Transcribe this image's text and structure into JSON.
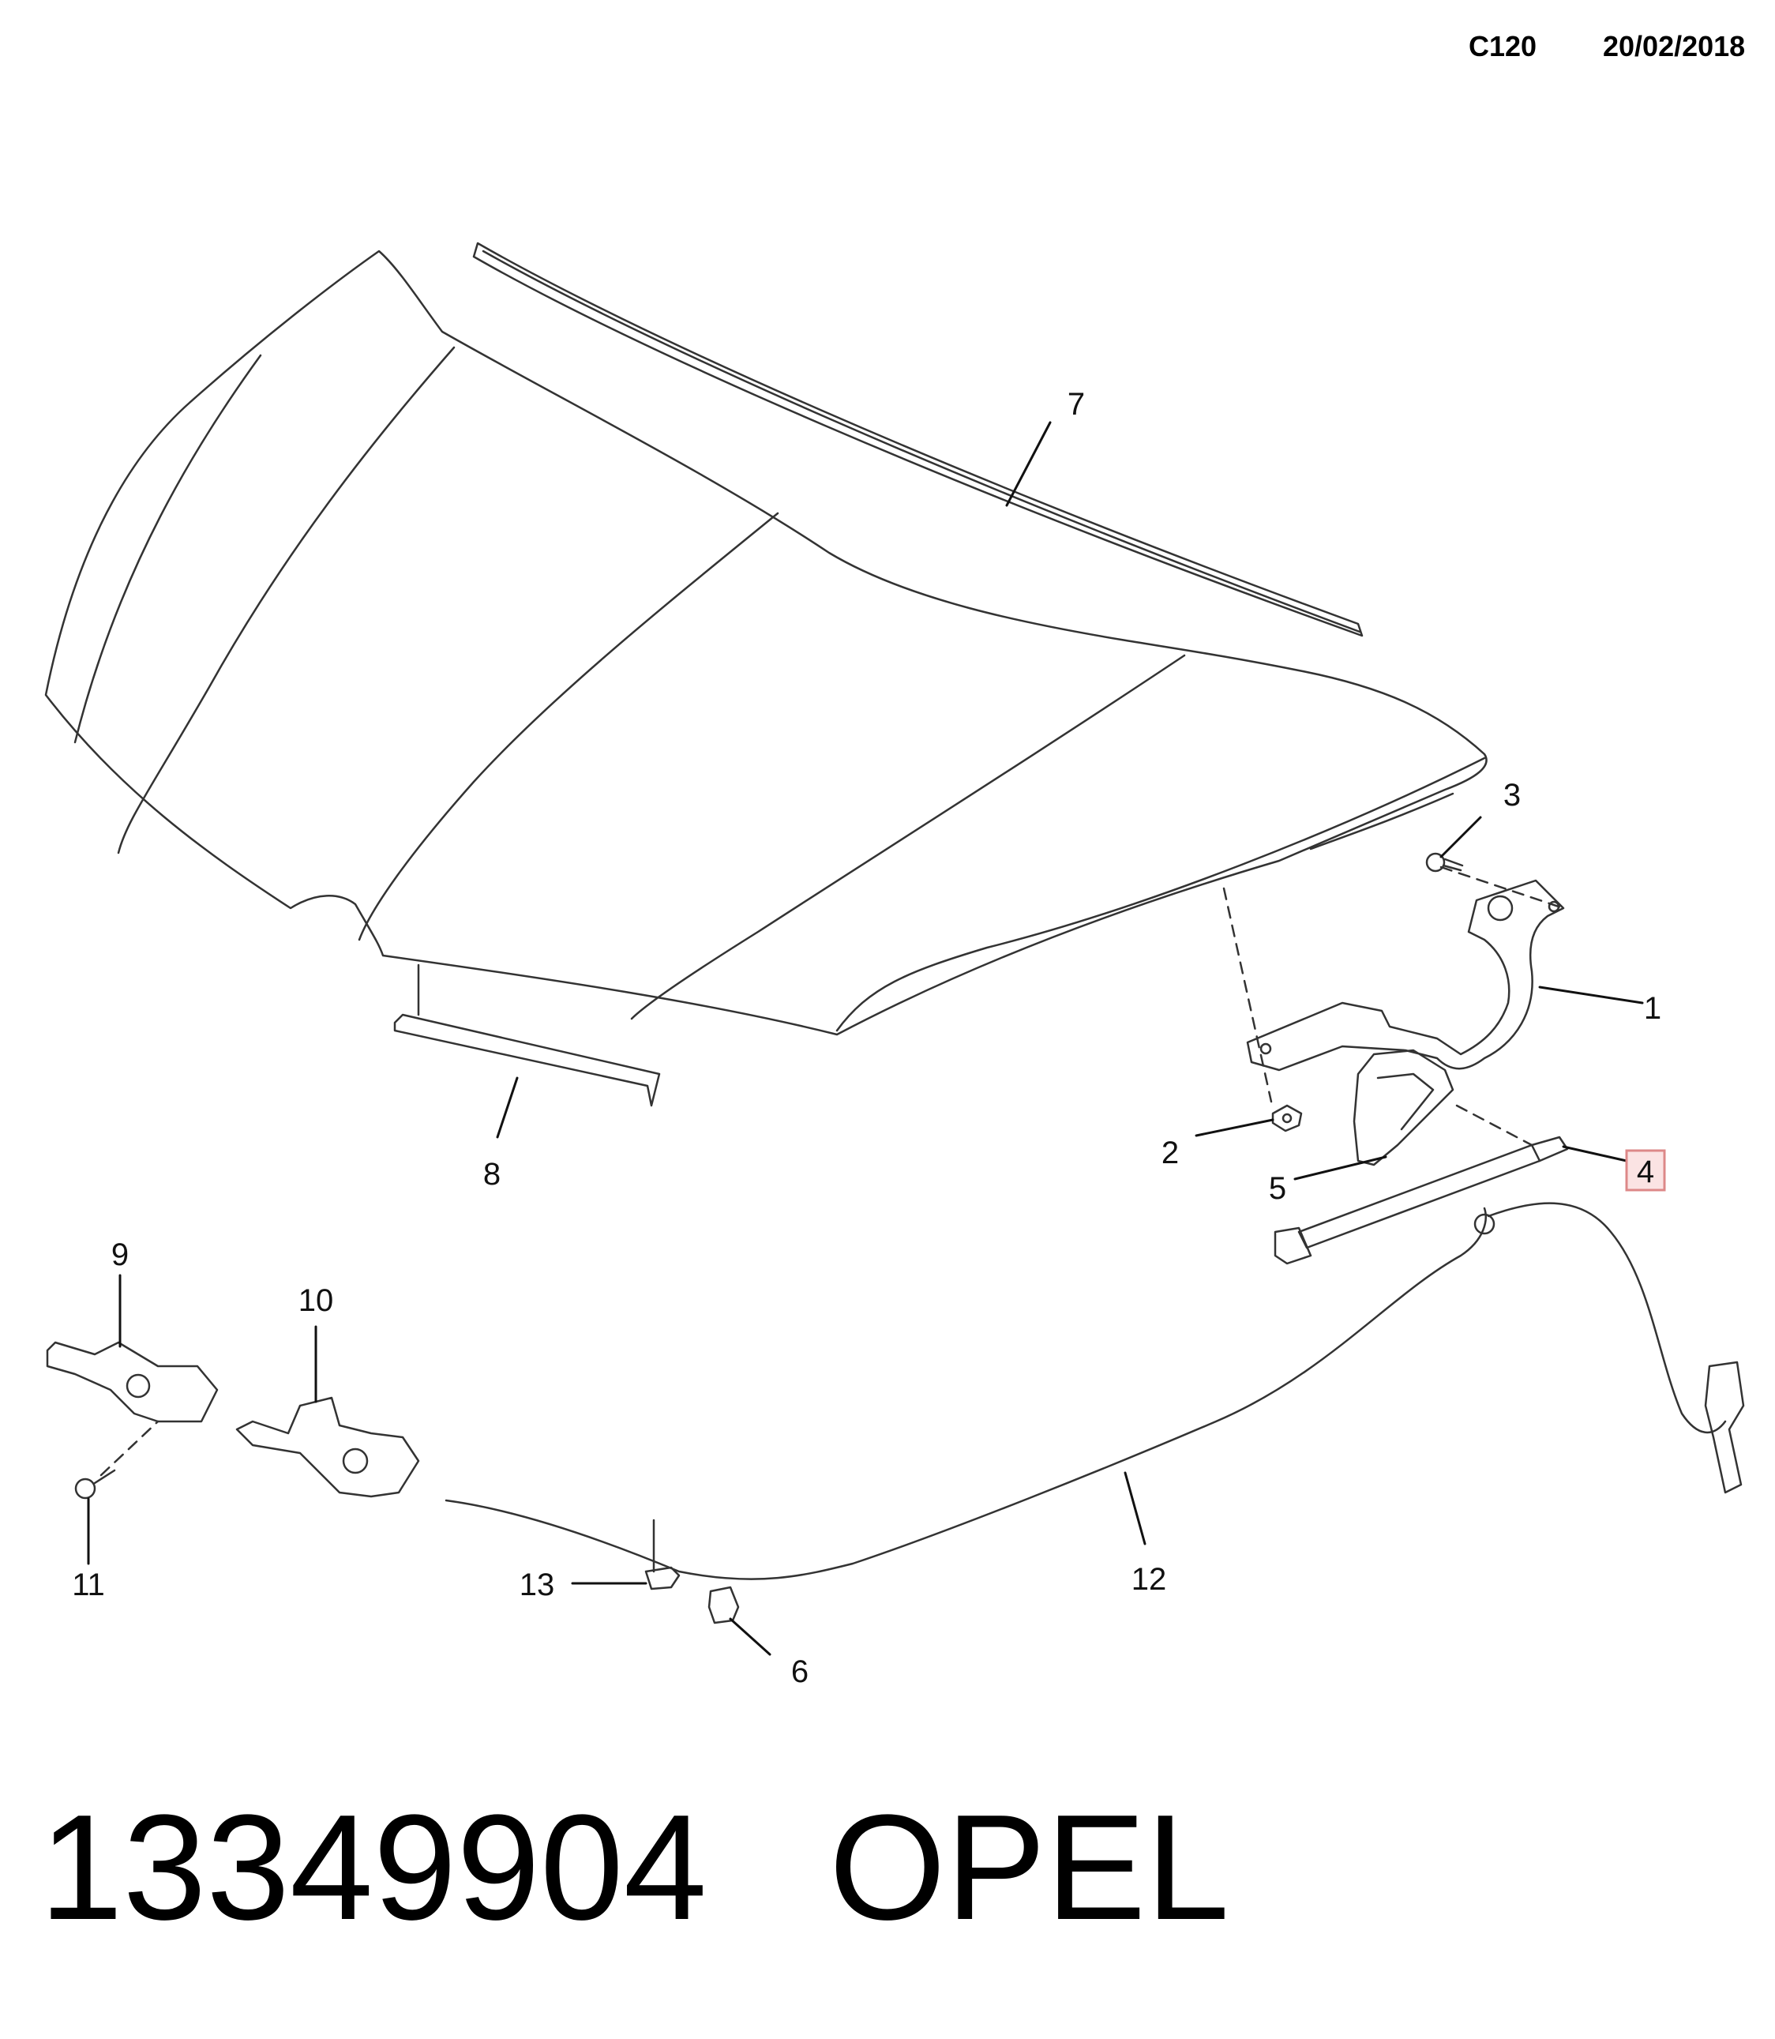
{
  "header": {
    "code": "C120",
    "date": "20/02/2018"
  },
  "callouts": [
    "1",
    "2",
    "3",
    "4",
    "5",
    "6",
    "7",
    "8",
    "9",
    "10",
    "11",
    "12",
    "13"
  ],
  "highlighted_callout": "4",
  "footer": {
    "part_number": "13349904",
    "brand": "OPEL"
  },
  "colors": {
    "highlight_fill": "#fbe3e3",
    "highlight_stroke": "#dd8888",
    "line": "#333333"
  }
}
